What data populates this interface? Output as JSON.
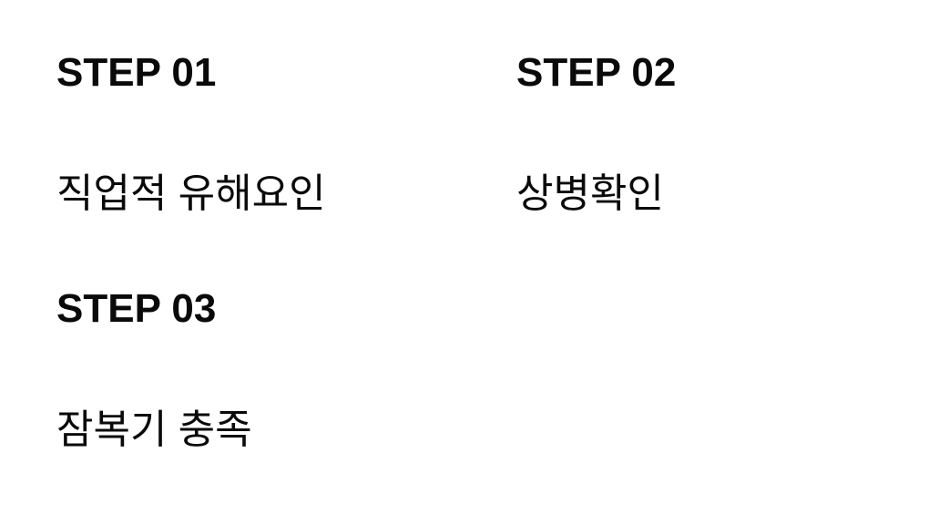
{
  "page": {
    "background_color": "#ffffff",
    "text_color": "#0a0a0a"
  },
  "steps": [
    {
      "label": "STEP 01",
      "title": "직업적 유해요인"
    },
    {
      "label": "STEP 02",
      "title": "상병확인"
    },
    {
      "label": "STEP 03",
      "title": "잠복기 충족"
    }
  ]
}
